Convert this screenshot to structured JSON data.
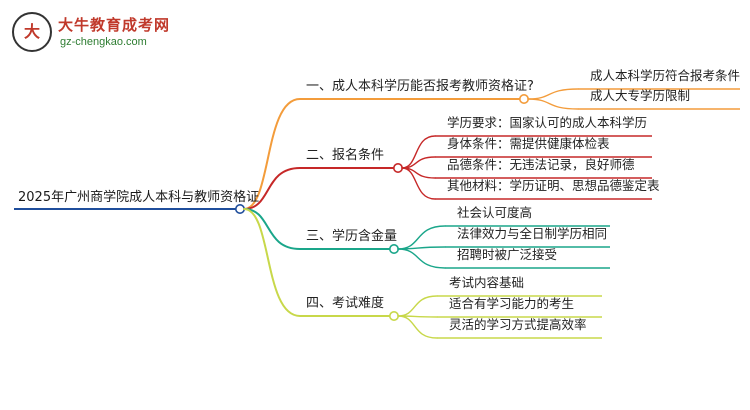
{
  "logo": {
    "title": "大牛教育成考网",
    "url": "gz-chengkao.com",
    "mark": "大牛"
  },
  "root": {
    "label": "2025年广州商学院成人本科与教师资格证",
    "color": "#1f4e9c"
  },
  "branches": [
    {
      "label": "一、成人本科学历能否报考教师资格证?",
      "color": "#f39c3b",
      "children": [
        "成人本科学历符合报考条件",
        "成人大专学历限制"
      ]
    },
    {
      "label": "二、报名条件",
      "color": "#c62828",
      "children": [
        "学历要求：国家认可的成人本科学历",
        "身体条件：需提供健康体检表",
        "品德条件：无违法记录，良好师德",
        "其他材料：学历证明、思想品德鉴定表"
      ]
    },
    {
      "label": "三、学历含金量",
      "color": "#1aa68a",
      "children": [
        "社会认可度高",
        "法律效力与全日制学历相同",
        "招聘时被广泛接受"
      ]
    },
    {
      "label": "四、考试难度",
      "color": "#c8d84a",
      "children": [
        "考试内容基础",
        "适合有学习能力的考生",
        "灵活的学习方式提高效率"
      ]
    }
  ]
}
